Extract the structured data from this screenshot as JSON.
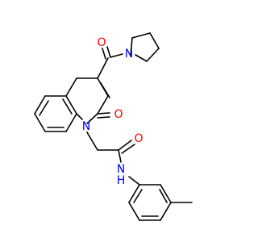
{
  "colors": {
    "bond": "#000000",
    "oxygen": "#ff0000",
    "nitrogen": "#0000ff",
    "background": "#ffffff"
  },
  "atom_labels": {
    "o_amide_ketone": "O",
    "n_pyrrolidine": "N",
    "n_quinolinone": "N",
    "o_lactam": "O",
    "o_acetamide": "O",
    "nh_amide": "N",
    "h_amide": "H"
  }
}
